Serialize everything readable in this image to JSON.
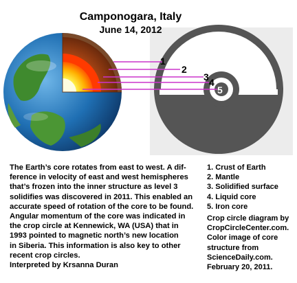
{
  "header": {
    "title": "Camponogara, Italy",
    "date": "June 14, 2012"
  },
  "diagram": {
    "callouts": [
      "1",
      "2",
      "3",
      "4",
      "5"
    ],
    "line_color": "#cc33cc",
    "colors": {
      "crop_circle": "#555555",
      "crop_background": "#e8e8e8",
      "ocean": "#1f6fb3",
      "mantle": "#8a3a12",
      "liquid_core": "#ff3a00",
      "inner_core": "#fff14a"
    }
  },
  "description": {
    "lines": [
      "The Earth’s core rotates from east to west.  A dif-",
      "ference in velocity of east and west hemispheres",
      "that’s frozen into the inner structure as level 3",
      "solidifies was discovered in 2011.  This enabled an",
      "accurate speed of rotation of the core to be found.",
      "Angular momentum of the core was indicated in",
      "the crop circle at Kennewick, WA (USA) that in",
      "1993 pointed to magnetic north’s new location",
      "in Siberia.  This information is also key to other",
      "recent crop circles.",
      "Interpreted by Krsanna Duran"
    ]
  },
  "legend": {
    "items": [
      "1. Crust of Earth",
      "2. Mantle",
      "3. Solidified surface",
      "4.  Liquid core",
      "5.  Iron core"
    ],
    "credit_lines": [
      "Crop circle diagram by",
      "CropCircleCenter.com.",
      "Color image of core",
      "structure from",
      "ScienceDaily.com.",
      "February 20, 2011."
    ]
  }
}
